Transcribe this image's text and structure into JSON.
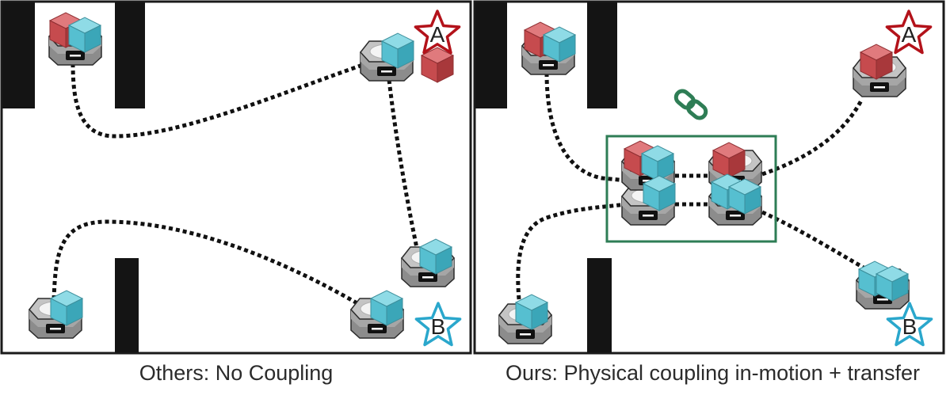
{
  "panels": [
    {
      "caption": "Others: No Coupling",
      "goal_a": "A",
      "goal_b": "B"
    },
    {
      "caption": "Ours: Physical coupling in-motion + transfer",
      "goal_a": "A",
      "goal_b": "B"
    }
  ],
  "colors": {
    "frame": "#1a1a1a",
    "wall": "#141414",
    "path": "#111111",
    "red_package": "#c64b4e",
    "blue_package": "#56bfd0",
    "robot_gray": "#8c8c8c",
    "coupling_green": "#2e7d55",
    "star_red": "#b3121a",
    "star_blue": "#2aa7cc"
  },
  "icons": {
    "coupling": "chain-link-icon",
    "goal": "star-icon",
    "robot": "robot-icon"
  }
}
